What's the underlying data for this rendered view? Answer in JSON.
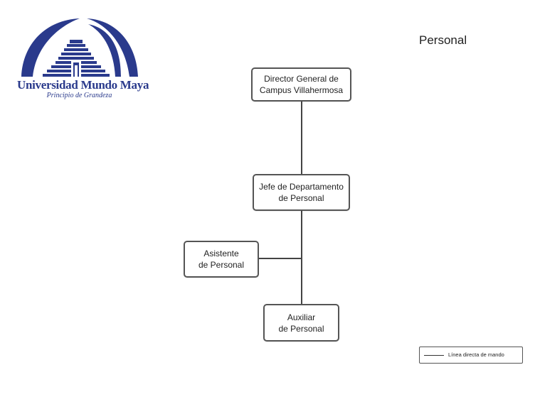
{
  "logo": {
    "title": "Universidad Mundo Maya",
    "motto": "Principio de Grandeza",
    "color": "#2a3a8c"
  },
  "page": {
    "title": "Personal"
  },
  "org_chart": {
    "nodes": [
      {
        "id": "director",
        "lines": [
          "Director General de",
          "Campus Villahermosa"
        ]
      },
      {
        "id": "jefe",
        "lines": [
          "Jefe de Departamento",
          "de Personal"
        ]
      },
      {
        "id": "asistente",
        "lines": [
          "Asistente",
          "de Personal"
        ]
      },
      {
        "id": "auxiliar",
        "lines": [
          "Auxiliar",
          "de Personal"
        ]
      }
    ],
    "edges": [
      {
        "from": "director",
        "to": "jefe",
        "type": "linea-directa"
      },
      {
        "from": "jefe",
        "to": "auxiliar",
        "type": "linea-directa"
      },
      {
        "from": "jefe",
        "to": "asistente",
        "type": "linea-directa"
      }
    ]
  },
  "legend": {
    "label": "Línea directa de mando"
  }
}
